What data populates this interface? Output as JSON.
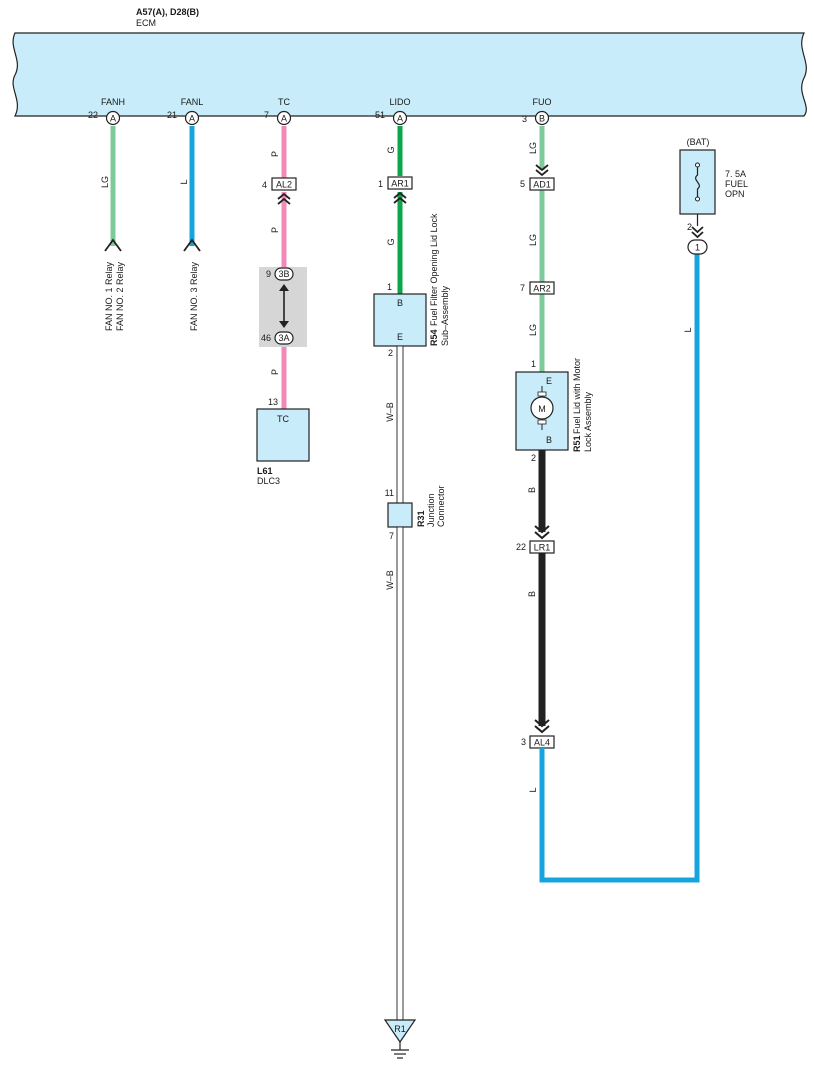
{
  "header": {
    "connectors": "A57(A), D28(B)",
    "name": "ECM"
  },
  "ecm_pins": [
    {
      "signal": "FANH",
      "pin": "22",
      "conn": "A",
      "color": "LG"
    },
    {
      "signal": "FANL",
      "pin": "21",
      "conn": "A",
      "color": "L"
    },
    {
      "signal": "TC",
      "pin": "7",
      "conn": "A",
      "color": "P"
    },
    {
      "signal": "LIDO",
      "pin": "51",
      "conn": "A",
      "color": "G"
    },
    {
      "signal": "FUO",
      "pin": "3",
      "conn": "B",
      "color": "LG"
    }
  ],
  "relay_labels": {
    "fan1": "FAN NO. 1 Relay",
    "fan2": "FAN NO. 2 Relay",
    "fan3": "FAN NO. 3 Relay"
  },
  "tc_circuit": {
    "al2": {
      "pin": "4",
      "id": "AL2"
    },
    "wire_mid": "P",
    "wire_low": "P",
    "j_top": {
      "pin": "9",
      "id": "3B"
    },
    "j_bot": {
      "pin": "46",
      "id": "3A"
    },
    "dlc": {
      "pin": "13",
      "terminal": "TC",
      "ref": "L61",
      "name": "DLC3"
    }
  },
  "lido_circuit": {
    "ar1": {
      "pin": "1",
      "id": "AR1"
    },
    "wire_mid": "G",
    "r54": {
      "pin_top": "1",
      "pin_bot": "2",
      "term_b": "B",
      "term_e": "E",
      "ref": "R54",
      "name1": "Fuel Filter Opening Lid Lock",
      "name2": "Sub–Assembly"
    },
    "wire_wb1": "W–B",
    "r31": {
      "pin_top": "11",
      "pin_bot": "7",
      "ref": "R31",
      "name1": "Junction",
      "name2": "Connector"
    },
    "wire_wb2": "W–B",
    "ground": "R1"
  },
  "fuo_circuit": {
    "ad1": {
      "pin": "5",
      "id": "AD1"
    },
    "wire_lg2": "LG",
    "ar2": {
      "pin": "7",
      "id": "AR2"
    },
    "wire_lg3": "LG",
    "r51": {
      "pin_top": "1",
      "pin_bot": "2",
      "term_e": "E",
      "term_b": "B",
      "motor": "M",
      "ref": "R51",
      "name1": "Fuel Lid with Motor",
      "name2": "Lock Assembly"
    },
    "wire_b1": "B",
    "lr1": {
      "pin": "22",
      "id": "LR1"
    },
    "wire_b2": "B",
    "al4": {
      "pin": "3",
      "id": "AL4"
    },
    "wire_l": "L"
  },
  "fuse": {
    "supply": "(BAT)",
    "rating": "7. 5A",
    "name1": "FUEL",
    "name2": "OPN",
    "pin": "2",
    "id": "1",
    "wire": "L"
  },
  "colors": {
    "LG": "#7ecb9a",
    "L": "#15a5dc",
    "P": "#f08ab8",
    "G": "#0fa54a",
    "B": "#222222",
    "WB": "#ffffff",
    "ecm_fill": "#c8ecf9",
    "box_fill": "#c8ecf9"
  }
}
